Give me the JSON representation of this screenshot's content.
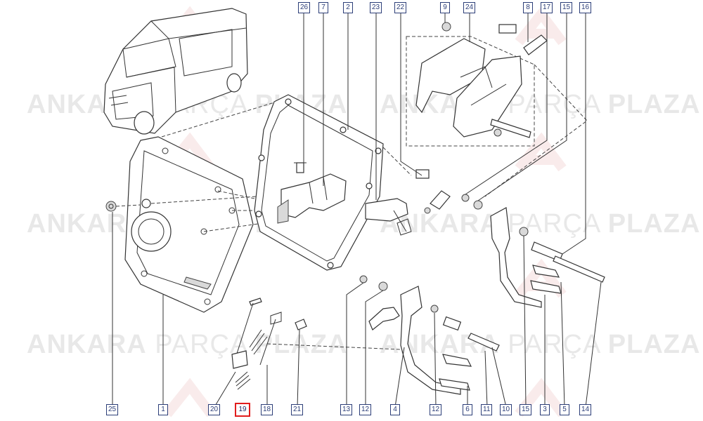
{
  "watermark": {
    "brand_part1": "ANKARA",
    "brand_part2": "PARÇA",
    "brand_part3": "PLAZA"
  },
  "callouts": {
    "top": [
      "26",
      "7",
      "2",
      "23",
      "22",
      "9",
      "24",
      "8",
      "17",
      "15",
      "16"
    ],
    "bottom": [
      "25",
      "1",
      "20",
      "19",
      "18",
      "21",
      "13",
      "12",
      "4",
      "12",
      "6",
      "11",
      "10",
      "15",
      "3",
      "5",
      "14"
    ],
    "highlighted": "19"
  },
  "colors": {
    "callout_border": "#2c3e78",
    "highlight_border": "#e11d1d",
    "watermark": "#969696"
  },
  "icons": [
    "van-illustration",
    "pedal-assembly-exploded-view"
  ]
}
